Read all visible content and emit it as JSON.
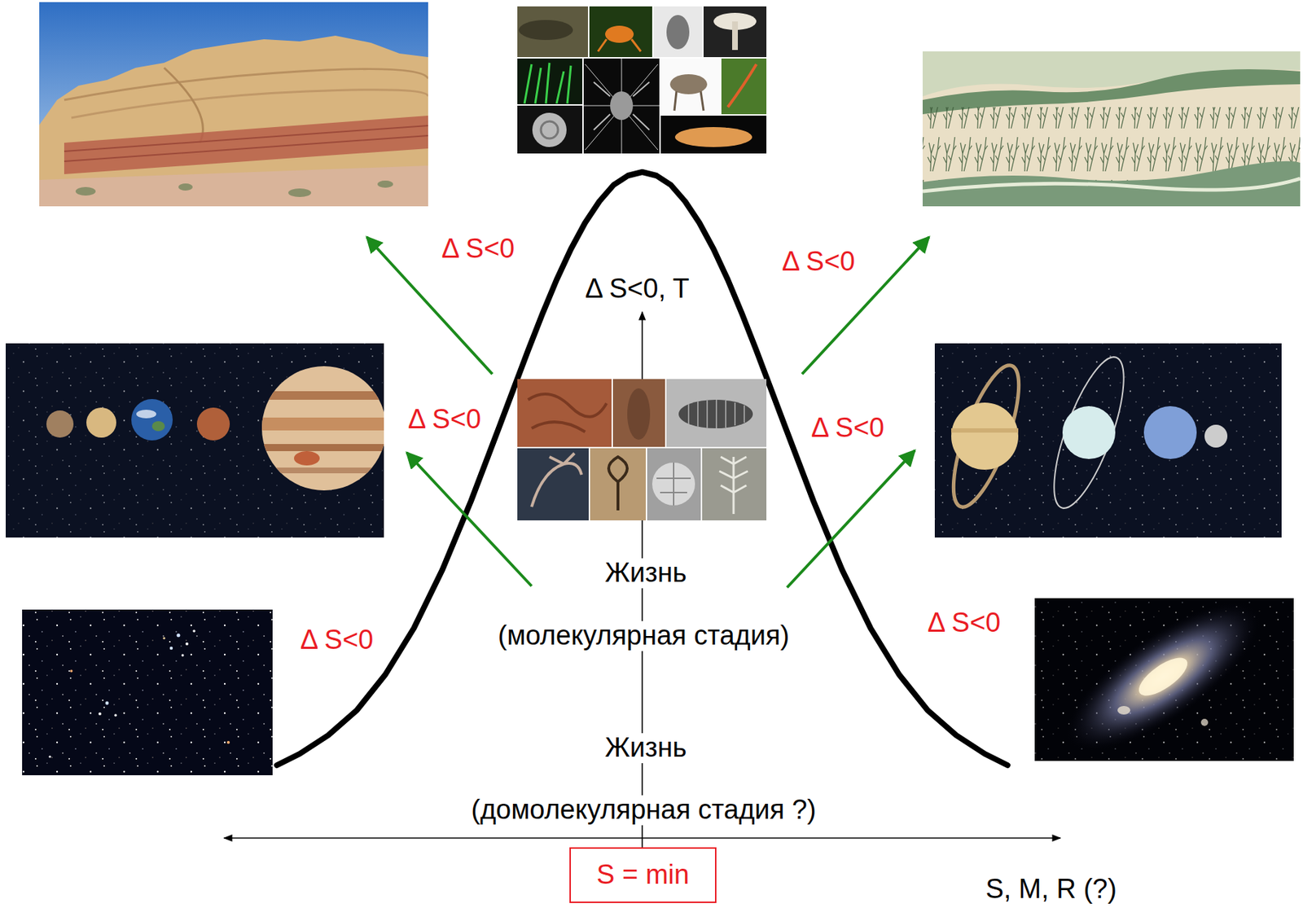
{
  "diagram": {
    "nodes": [
      {
        "text": [
          "S = min"
        ]
      }
    ],
    "labels": [
      "Δ S<0",
      "Δ S<0",
      "Δ S<0",
      "Δ S<0",
      "Δ S<0",
      "Δ S<0",
      "Δ S<0, T",
      "Жизнь",
      "(молекулярная стадия)",
      "Жизнь",
      "(домолекулярная стадия ?)",
      "S, M, R (?)"
    ]
  }
}
